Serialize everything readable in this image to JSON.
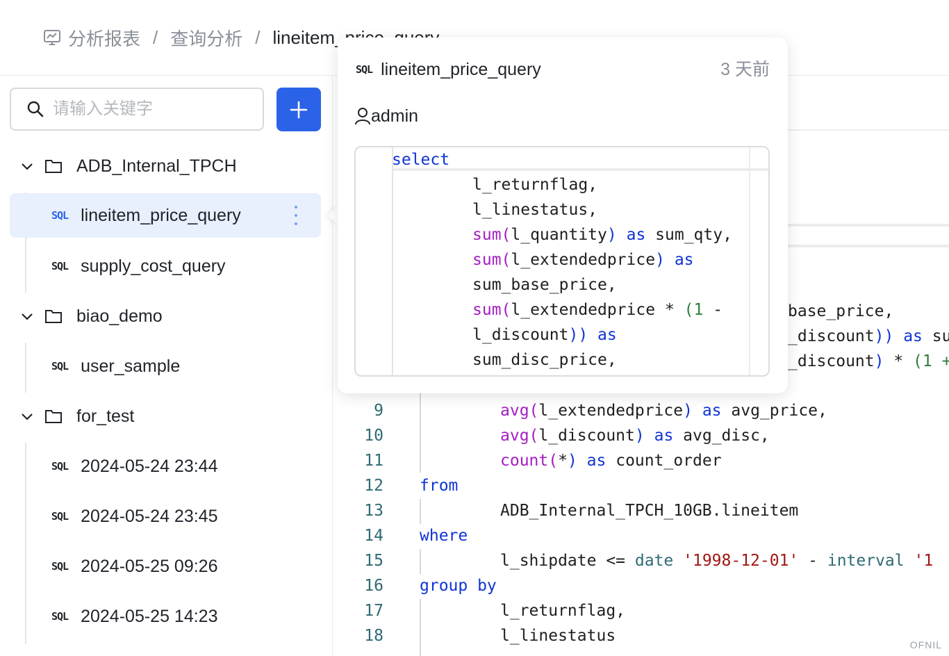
{
  "breadcrumb": {
    "items": [
      "分析报表",
      "查询分析",
      "lineitem_price_query"
    ],
    "separator": "/"
  },
  "search": {
    "placeholder": "请输入关键字",
    "value": ""
  },
  "add_button": {
    "label": "+"
  },
  "sql_badge": "SQL",
  "tree": {
    "folders": [
      {
        "label": "ADB_Internal_TPCH",
        "items": [
          "lineitem_price_query",
          "supply_cost_query"
        ]
      },
      {
        "label": "biao_demo",
        "items": [
          "user_sample"
        ]
      },
      {
        "label": "for_test",
        "items": [
          "2024-05-24 23:44",
          "2024-05-24 23:45",
          "2024-05-25 09:26",
          "2024-05-25 14:23"
        ]
      }
    ]
  },
  "popover": {
    "title": "lineitem_price_query",
    "time": "3 天前",
    "user": "admin",
    "code": {
      "l1": "select",
      "l2": "l_returnflag,",
      "l3": "l_linestatus,",
      "l4_fn": "sum(",
      "l4_a": "l_quantity",
      "l4_b": ")",
      "l4_kw": "as",
      "l4_c": "sum_qty,",
      "l5_fn": "sum(",
      "l5_a": "l_extendedprice",
      "l5_b": ")",
      "l5_kw": "as",
      "l6": "sum_base_price,",
      "l7_fn": "sum(",
      "l7_a": "l_extendedprice * ",
      "l7_p": "(",
      "l7_n": "1",
      "l7_m": " -",
      "l8_a": "l_discount",
      "l8_b": "))",
      "l8_kw": "as",
      "l9": "sum_disc_price,"
    }
  },
  "editor": {
    "partial": {
      "p1": "base_price,",
      "p2_a": "_discount",
      "p2_b": "))",
      "p2_kw": "as",
      "p2_c": "su",
      "p3_a": "_discount",
      "p3_b": ")",
      "p3_c": " * ",
      "p3_d": "(1 +"
    },
    "lines": [
      {
        "n": "9",
        "fn": "avg(",
        "a": "l_extendedprice",
        "b": ")",
        "kw": "as",
        "c": "avg_price,"
      },
      {
        "n": "10",
        "fn": "avg(",
        "a": "l_discount",
        "b": ")",
        "kw": "as",
        "c": "avg_disc,"
      },
      {
        "n": "11",
        "fn": "count(",
        "a": "*",
        "b": ")",
        "kw": "as",
        "c": "count_order"
      },
      {
        "n": "12",
        "kw": "from"
      },
      {
        "n": "13",
        "text": "ADB_Internal_TPCH_10GB.lineitem"
      },
      {
        "n": "14",
        "kw": "where"
      },
      {
        "n": "15",
        "a": "l_shipdate <= ",
        "typ": "date",
        "str": "'1998-12-01'",
        "m": " - ",
        "typ2": "interval",
        "str2": "'1"
      },
      {
        "n": "16",
        "kw": "group by"
      },
      {
        "n": "17",
        "text": "l_returnflag,"
      },
      {
        "n": "18",
        "text": "l_linestatus"
      }
    ]
  },
  "watermark": "OFNIL",
  "colors": {
    "accent": "#2b63e8",
    "active_bg": "#e8f0fd",
    "keyword": "#0f34d4",
    "function": "#a41ec3",
    "number": "#2f7e3c",
    "string": "#a31515"
  }
}
